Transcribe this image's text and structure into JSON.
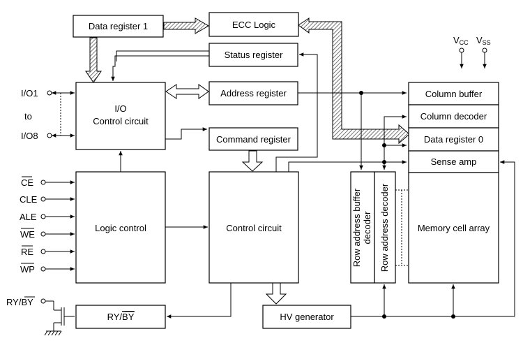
{
  "blocks": {
    "data_register_1": "Data register 1",
    "ecc_logic": "ECC Logic",
    "status_register": "Status register",
    "address_register": "Address register",
    "command_register": "Command register",
    "io_control_line1": "I/O",
    "io_control_line2": "Control circuit",
    "logic_control": "Logic control",
    "control_circuit": "Control circuit",
    "column_buffer": "Column buffer",
    "column_decoder": "Column decoder",
    "data_register_0": "Data register 0",
    "sense_amp": "Sense amp",
    "memory_cell_array": "Memory cell array",
    "row_address_buffer_line1": "Row address buffer",
    "row_address_buffer_line2": "decoder",
    "row_address_decoder": "Row address decoder",
    "hv_generator": "HV generator",
    "ry_by_block": {
      "ry": "RY",
      "sep": "/",
      "by": "BY"
    }
  },
  "pins": {
    "io1": "I/O1",
    "to": "to",
    "io8": "I/O8",
    "ce": "CE",
    "cle": "CLE",
    "ale": "ALE",
    "we": "WE",
    "re": "RE",
    "wp": "WP",
    "ry_by_output": {
      "ry": "RY",
      "sep": "/",
      "by": "BY"
    }
  },
  "power": {
    "vcc": {
      "main": "V",
      "sub": "CC"
    },
    "vss": {
      "main": "V",
      "sub": "SS"
    }
  }
}
